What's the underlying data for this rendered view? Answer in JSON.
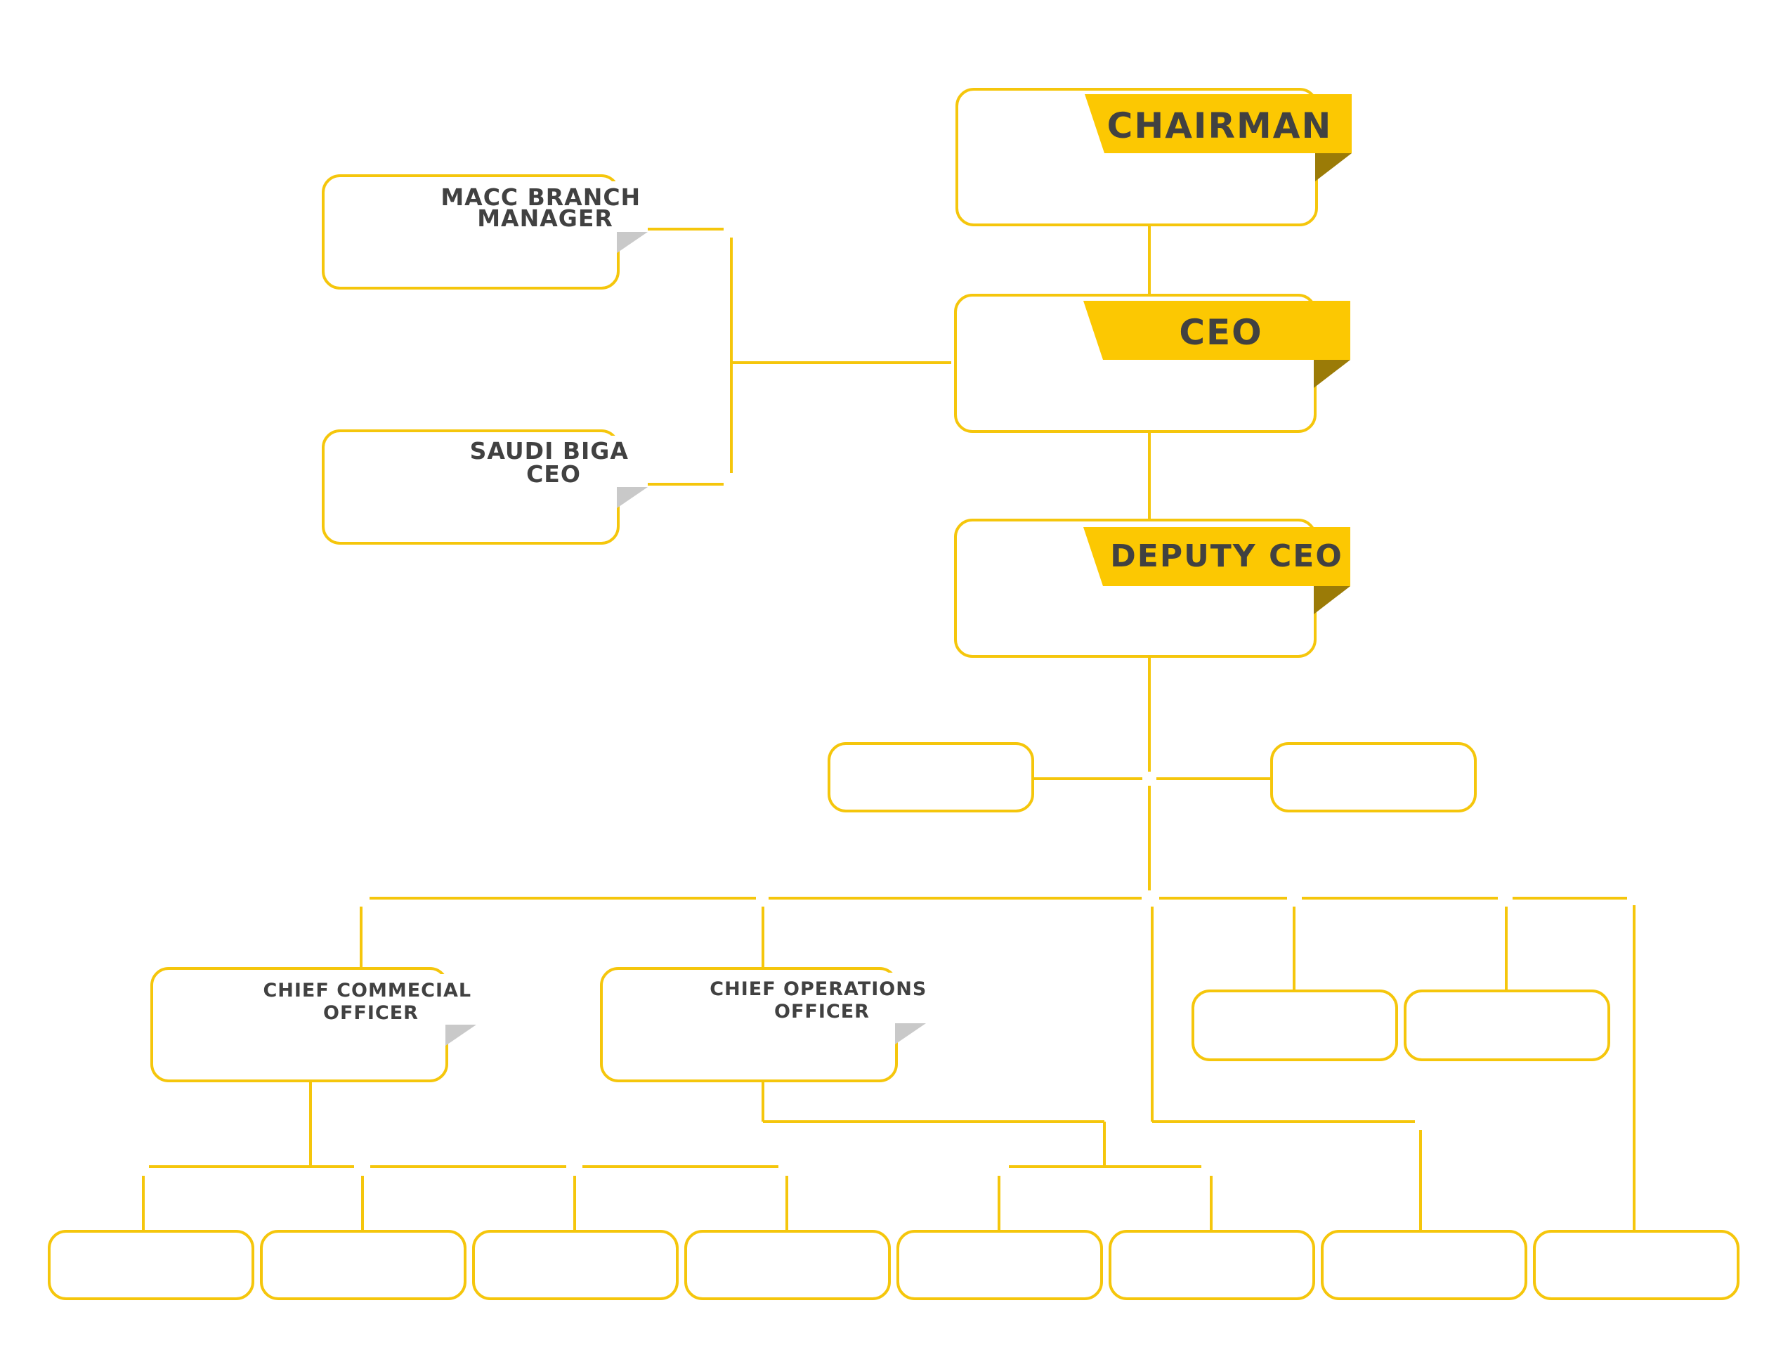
{
  "nodes": {
    "chairman": "CHAIRMAN",
    "ceo": "CEO",
    "deputy_ceo": "DEPUTY CEO",
    "macc_branch_manager": [
      "MACC BRANCH",
      "MANAGER"
    ],
    "saudi_biga_ceo": [
      "SAUDI BIGA",
      "CEO"
    ],
    "chief_commercial_officer": [
      "CHIEF COMMECIAL",
      "OFFICER"
    ],
    "chief_operations_officer": [
      "CHIEF OPERATIONS",
      "OFFICER"
    ]
  },
  "colors": {
    "accent": "#fcc802",
    "outline": "#f5c60c",
    "fold_dark": "#9b7b07",
    "text": "#414141"
  }
}
